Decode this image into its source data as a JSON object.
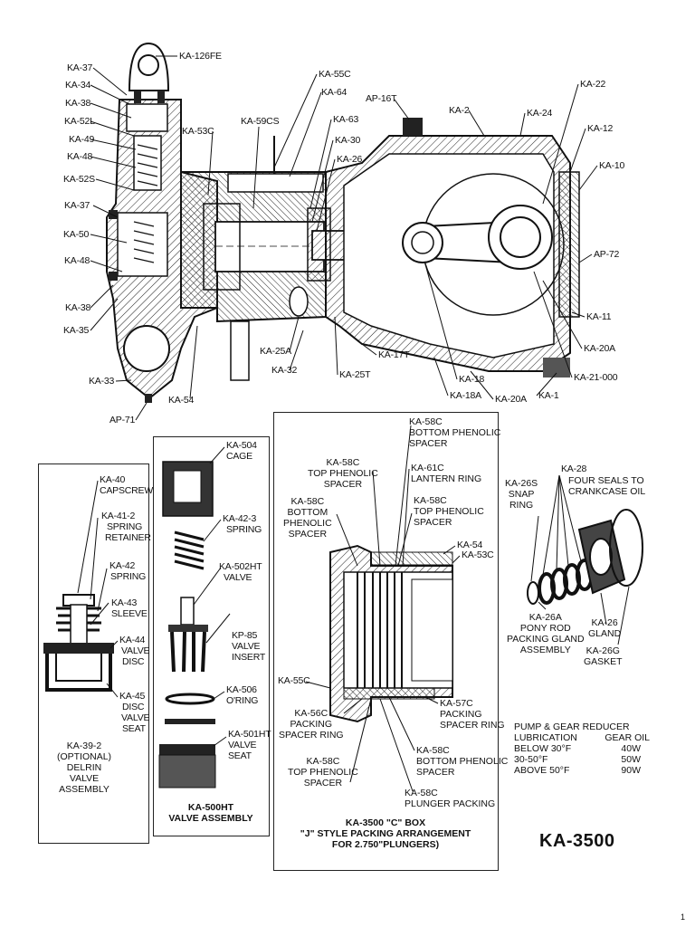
{
  "main_labels": {
    "ka126fe": "KA-126FE",
    "ka37_top": "KA-37",
    "ka34": "KA-34",
    "ka38_top": "KA-38",
    "ka52l": "KA-52L",
    "ka49": "KA-49",
    "ka48_top": "KA-48",
    "ka52s": "KA-52S",
    "ka37_mid": "KA-37",
    "ka50": "KA-50",
    "ka48_mid": "KA-48",
    "ka38_bot": "KA-38",
    "ka35": "KA-35",
    "ka33": "KA-33",
    "ap71": "AP-71",
    "ka54": "KA-54",
    "ka53c": "KA-53C",
    "ka59cs": "KA-59CS",
    "ka55c": "KA-55C",
    "ka64": "KA-64",
    "ka63": "KA-63",
    "ka30": "KA-30",
    "ka26": "KA-26",
    "ap16t": "AP-16T",
    "ka2": "KA-2",
    "ka24": "KA-24",
    "ka22": "KA-22",
    "ka12": "KA-12",
    "ka10": "KA-10",
    "ap72": "AP-72",
    "ka11": "KA-11",
    "ka20a_r": "KA-20A",
    "ka21": "KA-21-000",
    "ka1": "KA-1",
    "ka20a_b": "KA-20A",
    "ka18a": "KA-18A",
    "ka18": "KA-18",
    "ka17t": "KA-17T",
    "ka25t": "KA-25T",
    "ka25a": "KA-25A",
    "ka32": "KA-32"
  },
  "delrin": {
    "ka40": "KA-40",
    "capscrew": "CAPSCREW",
    "ka412": "KA-41-2",
    "spring": "SPRING",
    "retainer": "RETAINER",
    "ka42": "KA-42",
    "spring2": "SPRING",
    "ka43": "KA-43",
    "sleeve": "SLEEVE",
    "ka44": "KA-44",
    "valve": "VALVE",
    "disc": "DISC",
    "ka45": "KA-45",
    "disc2": "DISC",
    "valve2": "VALVE",
    "seat": "SEAT",
    "caption": [
      "KA-39-2",
      "(OPTIONAL)",
      "DELRIN",
      "VALVE",
      "ASSEMBLY"
    ]
  },
  "valve500": {
    "ka504": "KA-504",
    "cage": "CAGE",
    "ka423": "KA-42-3",
    "spring": "SPRING",
    "ka502ht": "KA-502HT",
    "valve": "VALVE",
    "kp85": "KP-85",
    "valve2": "VALVE",
    "insert": "INSERT",
    "ka506": "KA-506",
    "oring": "O'RING",
    "ka501ht": "KA-501HT",
    "valve3": "VALVE",
    "seat": "SEAT",
    "caption1": "KA-500HT",
    "caption2": "VALVE ASSEMBLY"
  },
  "cbox": {
    "l1": [
      "KA-58C",
      "BOTTOM PHENOLIC",
      "SPACER"
    ],
    "l2": [
      "KA-58C",
      "TOP PHENOLIC",
      "SPACER"
    ],
    "l3": [
      "KA-61C",
      "LANTERN RING"
    ],
    "l4": [
      "KA-58C",
      "BOTTOM",
      "PHENOLIC",
      "SPACER"
    ],
    "l5": [
      "KA-58C",
      "TOP PHENOLIC",
      "SPACER"
    ],
    "ka54": "KA-54",
    "ka53c": "KA-53C",
    "ka55c": "KA-55C",
    "l6": [
      "KA-56C",
      "PACKING",
      "SPACER RING"
    ],
    "l7": [
      "KA-57C",
      "PACKING",
      "SPACER RING"
    ],
    "l8": [
      "KA-58C",
      "BOTTOM PHENOLIC",
      "SPACER"
    ],
    "l9": [
      "KA-58C",
      "TOP PHENOLIC",
      "SPACER"
    ],
    "l10": [
      "KA-58C",
      "PLUNGER PACKING"
    ],
    "caption": [
      "KA-3500 \"C\" BOX",
      "\"J\" STYLE PACKING ARRANGEMENT",
      "FOR 2.750\"PLUNGERS)"
    ]
  },
  "gland": {
    "ka28": "KA-28",
    "four_seals": [
      "FOUR SEALS TO",
      "CRANKCASE OIL"
    ],
    "ka26s": [
      "KA-26S",
      "SNAP",
      "RING"
    ],
    "ka26a": [
      "KA-26A",
      "PONY ROD",
      "PACKING GLAND",
      "ASSEMBLY"
    ],
    "ka26": [
      "KA-26",
      "GLAND"
    ],
    "ka26g": [
      "KA-26G",
      "GASKET"
    ]
  },
  "lubrication": {
    "heading": "PUMP & GEAR REDUCER",
    "col1": "LUBRICATION",
    "col2": "GEAR OIL",
    "rows": [
      [
        "BELOW 30°F",
        "40W"
      ],
      [
        "30-50°F",
        "50W"
      ],
      [
        "ABOVE 50°F",
        "90W"
      ]
    ]
  },
  "model": "KA-3500",
  "page_mark": "1"
}
